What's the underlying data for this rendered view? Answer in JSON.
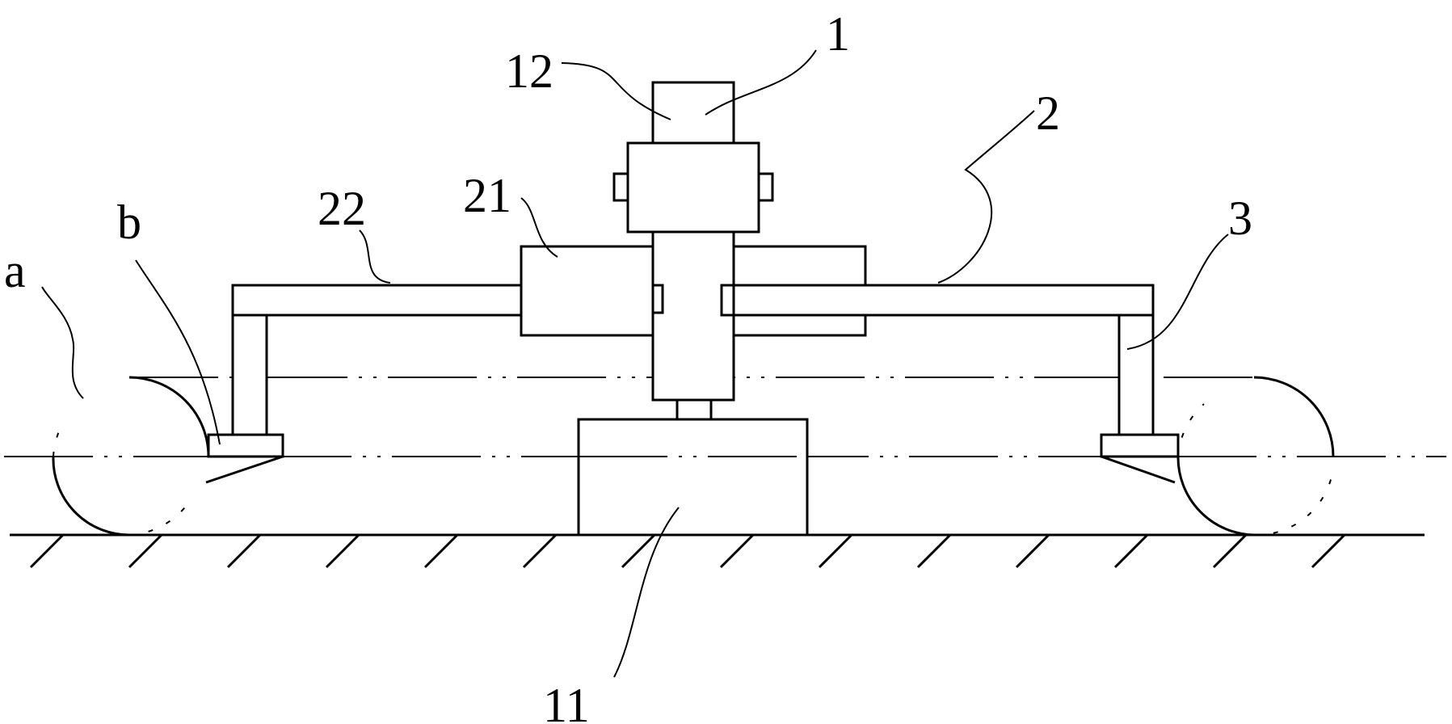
{
  "labels": {
    "n1": "1",
    "n2": "2",
    "n3": "3",
    "n11": "11",
    "n12": "12",
    "n21": "21",
    "n22": "22",
    "a": "a",
    "b": "b"
  }
}
